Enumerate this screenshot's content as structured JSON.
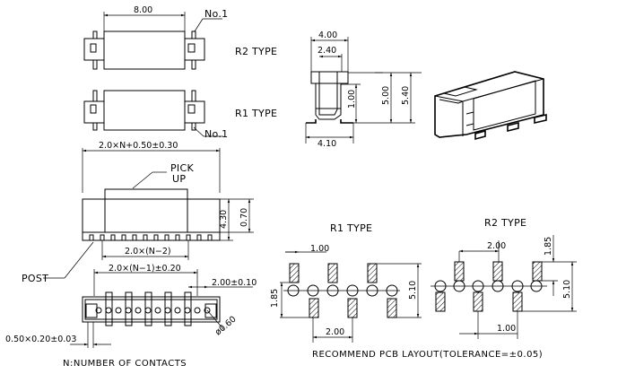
{
  "top_views": {
    "width_dim": "8.00",
    "pin1_top": "No.1",
    "pin1_bottom": "No.1",
    "r2_type": "R2 TYPE",
    "r1_type": "R1 TYPE"
  },
  "side_view": {
    "dim_400": "4.00",
    "dim_240": "2.40",
    "dim_100": "1.00",
    "dim_500": "5.00",
    "dim_540": "5.40",
    "dim_410": "4.10"
  },
  "front_view": {
    "overall": "2.0×N+0.50±0.30",
    "pick_up": [
      "PICK",
      "UP"
    ],
    "dim_430": "4.30",
    "dim_070": "0.70",
    "pitch_n2": "2.0×(N−2)",
    "post": "POST",
    "pitch_n1": "2.0×(N−1)±0.20",
    "pitch": "2.00±0.10",
    "hole": "ø0.60",
    "pin_width": "0.50×0.20±0.03",
    "footnote": "N:NUMBER OF CONTACTS"
  },
  "pcb_layout": {
    "r1_title": "R1 TYPE",
    "r2_title": "R2 TYPE",
    "r1_dim_100": "1.00",
    "r1_dim_185": "1.85",
    "r1_dim_200": "2.00",
    "r1_dim_510": "5.10",
    "r2_dim_200": "2.00",
    "r2_dim_185": "1.85",
    "r2_dim_510": "5.10",
    "r2_dim_100": "1.00",
    "caption": "RECOMMEND PCB LAYOUT(TOLERANCE=±0.05)"
  }
}
